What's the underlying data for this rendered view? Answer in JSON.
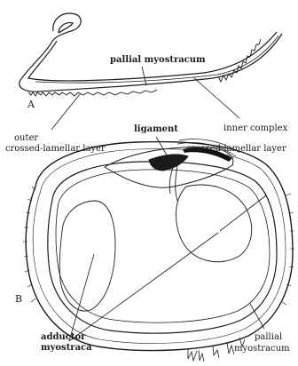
{
  "figure": {
    "panels": [
      {
        "key": "A",
        "label": "A"
      },
      {
        "key": "B",
        "label": "B"
      }
    ],
    "labels": {
      "pallial_myostracum_top": "pallial myostracum",
      "outer_layer_line1": "outer",
      "outer_layer_line2": "crossed-lamellar layer",
      "ligament": "ligament",
      "inner_complex_line1": "inner complex",
      "inner_complex_line2": "crossed-lamellar layer",
      "adductor_line1": "adductor",
      "adductor_line2": "myostraca",
      "pallial_bottom_line1": "pallial",
      "pallial_bottom_line2": "myostracum"
    }
  }
}
